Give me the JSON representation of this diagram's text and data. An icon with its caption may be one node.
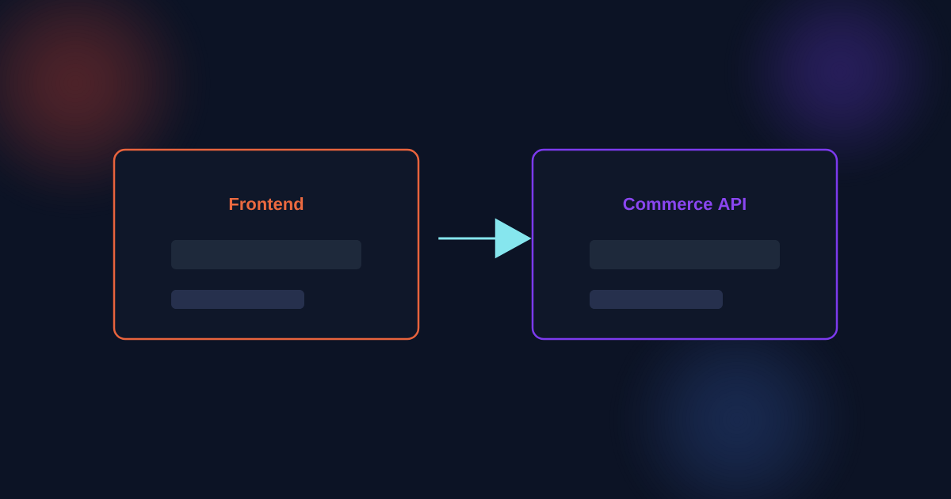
{
  "diagram": {
    "nodes": [
      {
        "text": [
          "Frontend"
        ]
      },
      {
        "text": [
          "Commerce API"
        ]
      }
    ],
    "edges": [
      {
        "from": 0,
        "to": 1,
        "arrow": "to"
      }
    ]
  }
}
